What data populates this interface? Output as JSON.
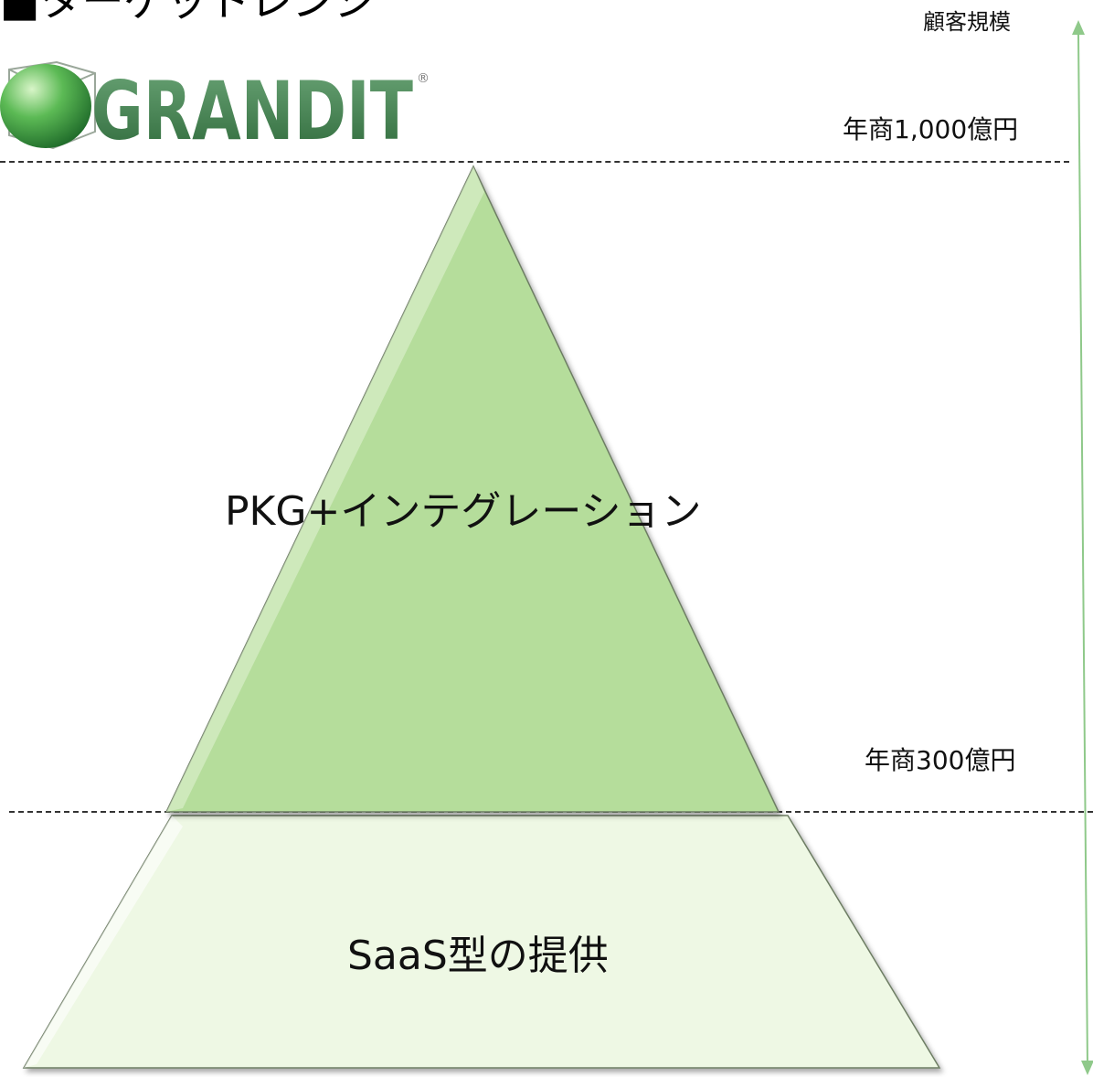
{
  "page": {
    "title": "■ターゲットレンジ"
  },
  "logo": {
    "text": "GRANDIT",
    "registered_mark": "®",
    "icon": "green-sphere-cube-icon",
    "colors": {
      "text": "#3f7d4a",
      "sphere": "#4aa84a"
    }
  },
  "axis": {
    "label": "顧客規模",
    "color": "#8fc98a"
  },
  "thresholds": {
    "upper": "年商1,000億円",
    "lower": "年商300億円"
  },
  "tiers": [
    {
      "label": "PKG+インテグレーション",
      "color": "#b5dd9b"
    },
    {
      "label": "SaaS型の提供",
      "color": "#eef8e4"
    }
  ]
}
